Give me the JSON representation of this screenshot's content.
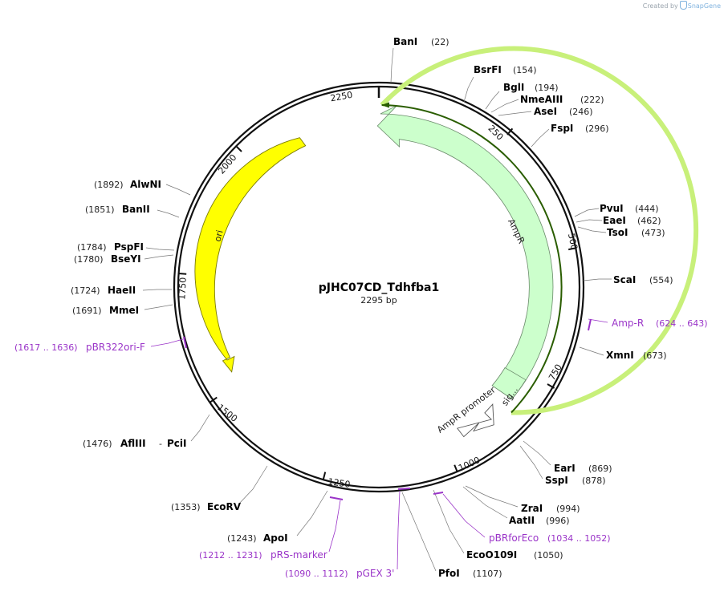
{
  "credit": {
    "prefix": "Created by",
    "brand": "SnapGene"
  },
  "plasmid": {
    "name": "pJHC07CD_Tdhfba1",
    "length": "2295 bp"
  },
  "ticks": [
    "250",
    "500",
    "750",
    "1000",
    "1250",
    "1500",
    "1750",
    "2000",
    "2250"
  ],
  "features": {
    "ampr": "AmpR",
    "ori": "ori",
    "ampr_promoter": "AmpR promoter",
    "sig": "sig..."
  },
  "sites": [
    {
      "name": "BanI",
      "pos": "(22)"
    },
    {
      "name": "BsrFI",
      "pos": "(154)"
    },
    {
      "name": "BglI",
      "pos": "(194)"
    },
    {
      "name": "NmeAIII",
      "pos": "(222)"
    },
    {
      "name": "AseI",
      "pos": "(246)"
    },
    {
      "name": "FspI",
      "pos": "(296)"
    },
    {
      "name": "PvuI",
      "pos": "(444)"
    },
    {
      "name": "EaeI",
      "pos": "(462)"
    },
    {
      "name": "TsoI",
      "pos": "(473)"
    },
    {
      "name": "ScaI",
      "pos": "(554)"
    },
    {
      "name": "XmnI",
      "pos": "(673)"
    },
    {
      "name": "EarI",
      "pos": "(869)"
    },
    {
      "name": "SspI",
      "pos": "(878)"
    },
    {
      "name": "ZraI",
      "pos": "(994)"
    },
    {
      "name": "AatII",
      "pos": "(996)"
    },
    {
      "name": "EcoO109I",
      "pos": "(1050)"
    },
    {
      "name": "PfoI",
      "pos": "(1107)"
    },
    {
      "name": "ApoI",
      "pos": "(1243)"
    },
    {
      "name": "EcoRV",
      "pos": "(1353)"
    },
    {
      "name": "AflIII",
      "pos": "(1476)"
    },
    {
      "name": "PciI",
      "pos": ""
    },
    {
      "name": "MmeI",
      "pos": "(1691)"
    },
    {
      "name": "HaeII",
      "pos": "(1724)"
    },
    {
      "name": "BseYI",
      "pos": "(1780)"
    },
    {
      "name": "PspFI",
      "pos": "(1784)"
    },
    {
      "name": "BanII",
      "pos": "(1851)"
    },
    {
      "name": "AlwNI",
      "pos": "(1892)"
    }
  ],
  "primers": [
    {
      "name": "Amp-R",
      "pos": "(624 .. 643)"
    },
    {
      "name": "pBRforEco",
      "pos": "(1034 .. 1052)"
    },
    {
      "name": "pGEX 3'",
      "pos": "(1090 .. 1112)"
    },
    {
      "name": "pRS-marker",
      "pos": "(1212 .. 1231)"
    },
    {
      "name": "pBR322ori-F",
      "pos": "(1617 .. 1636)"
    }
  ],
  "colors": {
    "ampr_fill": "#ccffcc",
    "ori_fill": "#ffff00",
    "primer": "#9a34c8",
    "ampr_line": "#2a5d00",
    "ampr_halo": "#c8f07a"
  }
}
